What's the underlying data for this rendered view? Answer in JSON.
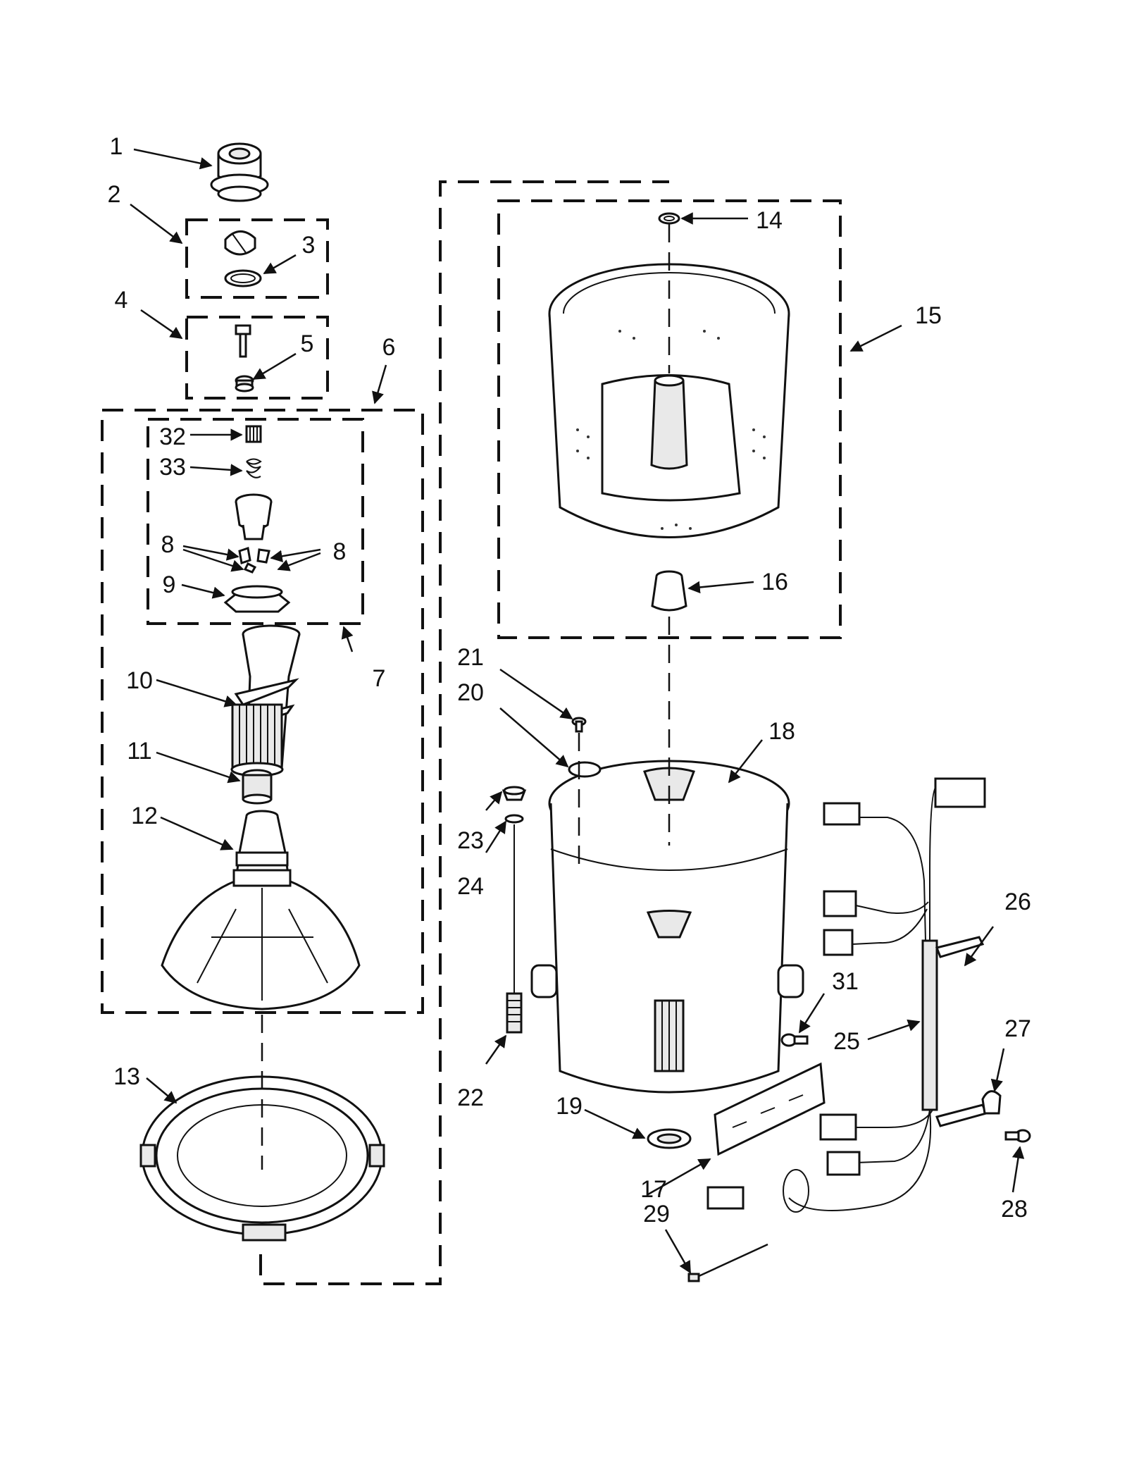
{
  "callouts": [
    {
      "id": "1",
      "text": "1"
    },
    {
      "id": "2",
      "text": "2"
    },
    {
      "id": "3",
      "text": "3"
    },
    {
      "id": "4",
      "text": "4"
    },
    {
      "id": "5",
      "text": "5"
    },
    {
      "id": "6",
      "text": "6"
    },
    {
      "id": "7",
      "text": "7"
    },
    {
      "id": "8a",
      "text": "8"
    },
    {
      "id": "8b",
      "text": "8"
    },
    {
      "id": "9",
      "text": "9"
    },
    {
      "id": "10",
      "text": "10"
    },
    {
      "id": "11",
      "text": "11"
    },
    {
      "id": "12",
      "text": "12"
    },
    {
      "id": "13",
      "text": "13"
    },
    {
      "id": "14",
      "text": "14"
    },
    {
      "id": "15",
      "text": "15"
    },
    {
      "id": "16",
      "text": "16"
    },
    {
      "id": "17",
      "text": "17"
    },
    {
      "id": "18",
      "text": "18"
    },
    {
      "id": "19",
      "text": "19"
    },
    {
      "id": "20",
      "text": "20"
    },
    {
      "id": "21",
      "text": "21"
    },
    {
      "id": "22",
      "text": "22"
    },
    {
      "id": "23",
      "text": "23"
    },
    {
      "id": "24",
      "text": "24"
    },
    {
      "id": "25",
      "text": "25"
    },
    {
      "id": "26",
      "text": "26"
    },
    {
      "id": "27",
      "text": "27"
    },
    {
      "id": "28",
      "text": "28"
    },
    {
      "id": "29",
      "text": "29"
    },
    {
      "id": "31",
      "text": "31"
    },
    {
      "id": "32",
      "text": "32"
    },
    {
      "id": "33",
      "text": "33"
    }
  ]
}
